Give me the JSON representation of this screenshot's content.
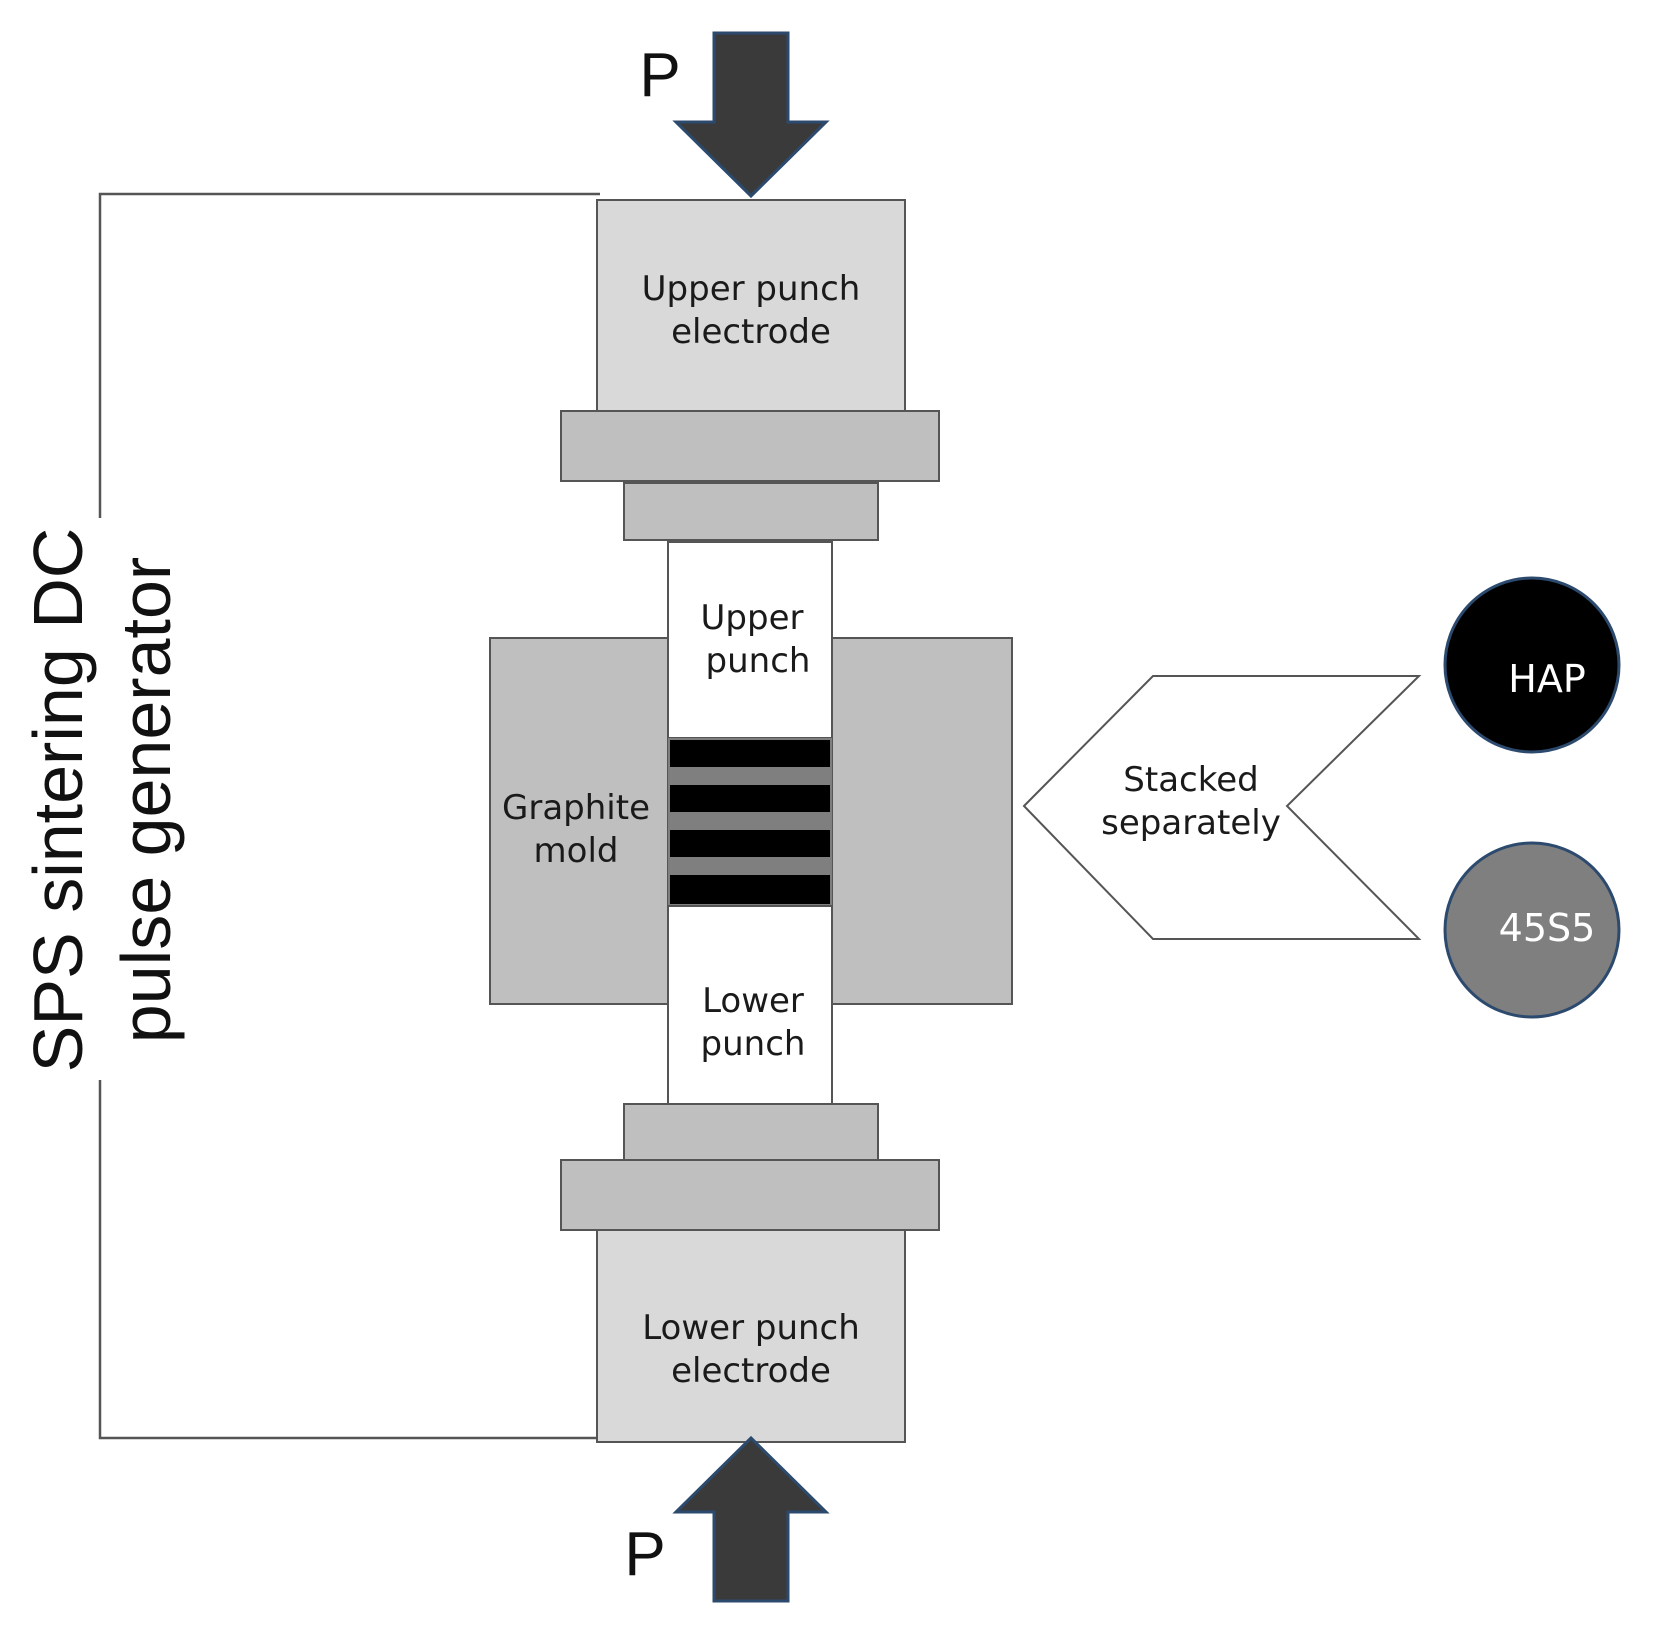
{
  "pressure_top": "P",
  "pressure_bottom": "P",
  "generator": {
    "line1": "SPS sintering DC",
    "line2": "pulse generator"
  },
  "upper_electrode": {
    "line1": "Upper punch",
    "line2": "electrode"
  },
  "upper_punch": {
    "line1": "Upper",
    "line2": "punch"
  },
  "lower_punch": {
    "line1": "Lower",
    "line2": "punch"
  },
  "lower_electrode": {
    "line1": "Lower punch",
    "line2": "electrode"
  },
  "mold": {
    "line1": "Graphite",
    "line2": "mold"
  },
  "stack_label": {
    "line1": "Stacked",
    "line2": "separately"
  },
  "materials": [
    {
      "label": "HAP",
      "color": "#000000"
    },
    {
      "label": "45S5",
      "color": "#7f7f7f"
    }
  ],
  "colors": {
    "electrode": "#d9d9d9",
    "flange": "#bfbfbf",
    "mold": "#bfbfbf",
    "arrow": "#3a3a3a",
    "layer_dark": "#000000",
    "layer_light": "#7f7f7f"
  }
}
